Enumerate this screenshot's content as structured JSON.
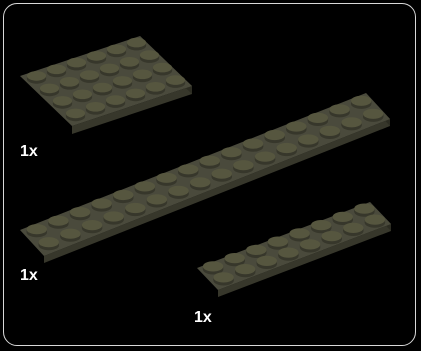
{
  "parts": [
    {
      "id": "plate-4x6",
      "quantity": "1x",
      "color": "#4a4a3c"
    },
    {
      "id": "plate-2x16",
      "quantity": "1x",
      "color": "#4a4a3c"
    },
    {
      "id": "plate-2x8",
      "quantity": "1x",
      "color": "#4a4a3c"
    }
  ],
  "colors": {
    "frame": "#d8d8d8",
    "background": "#000000",
    "plate_top": "#4a4a3c",
    "plate_side": "#37372b",
    "stud": "#56563f"
  }
}
